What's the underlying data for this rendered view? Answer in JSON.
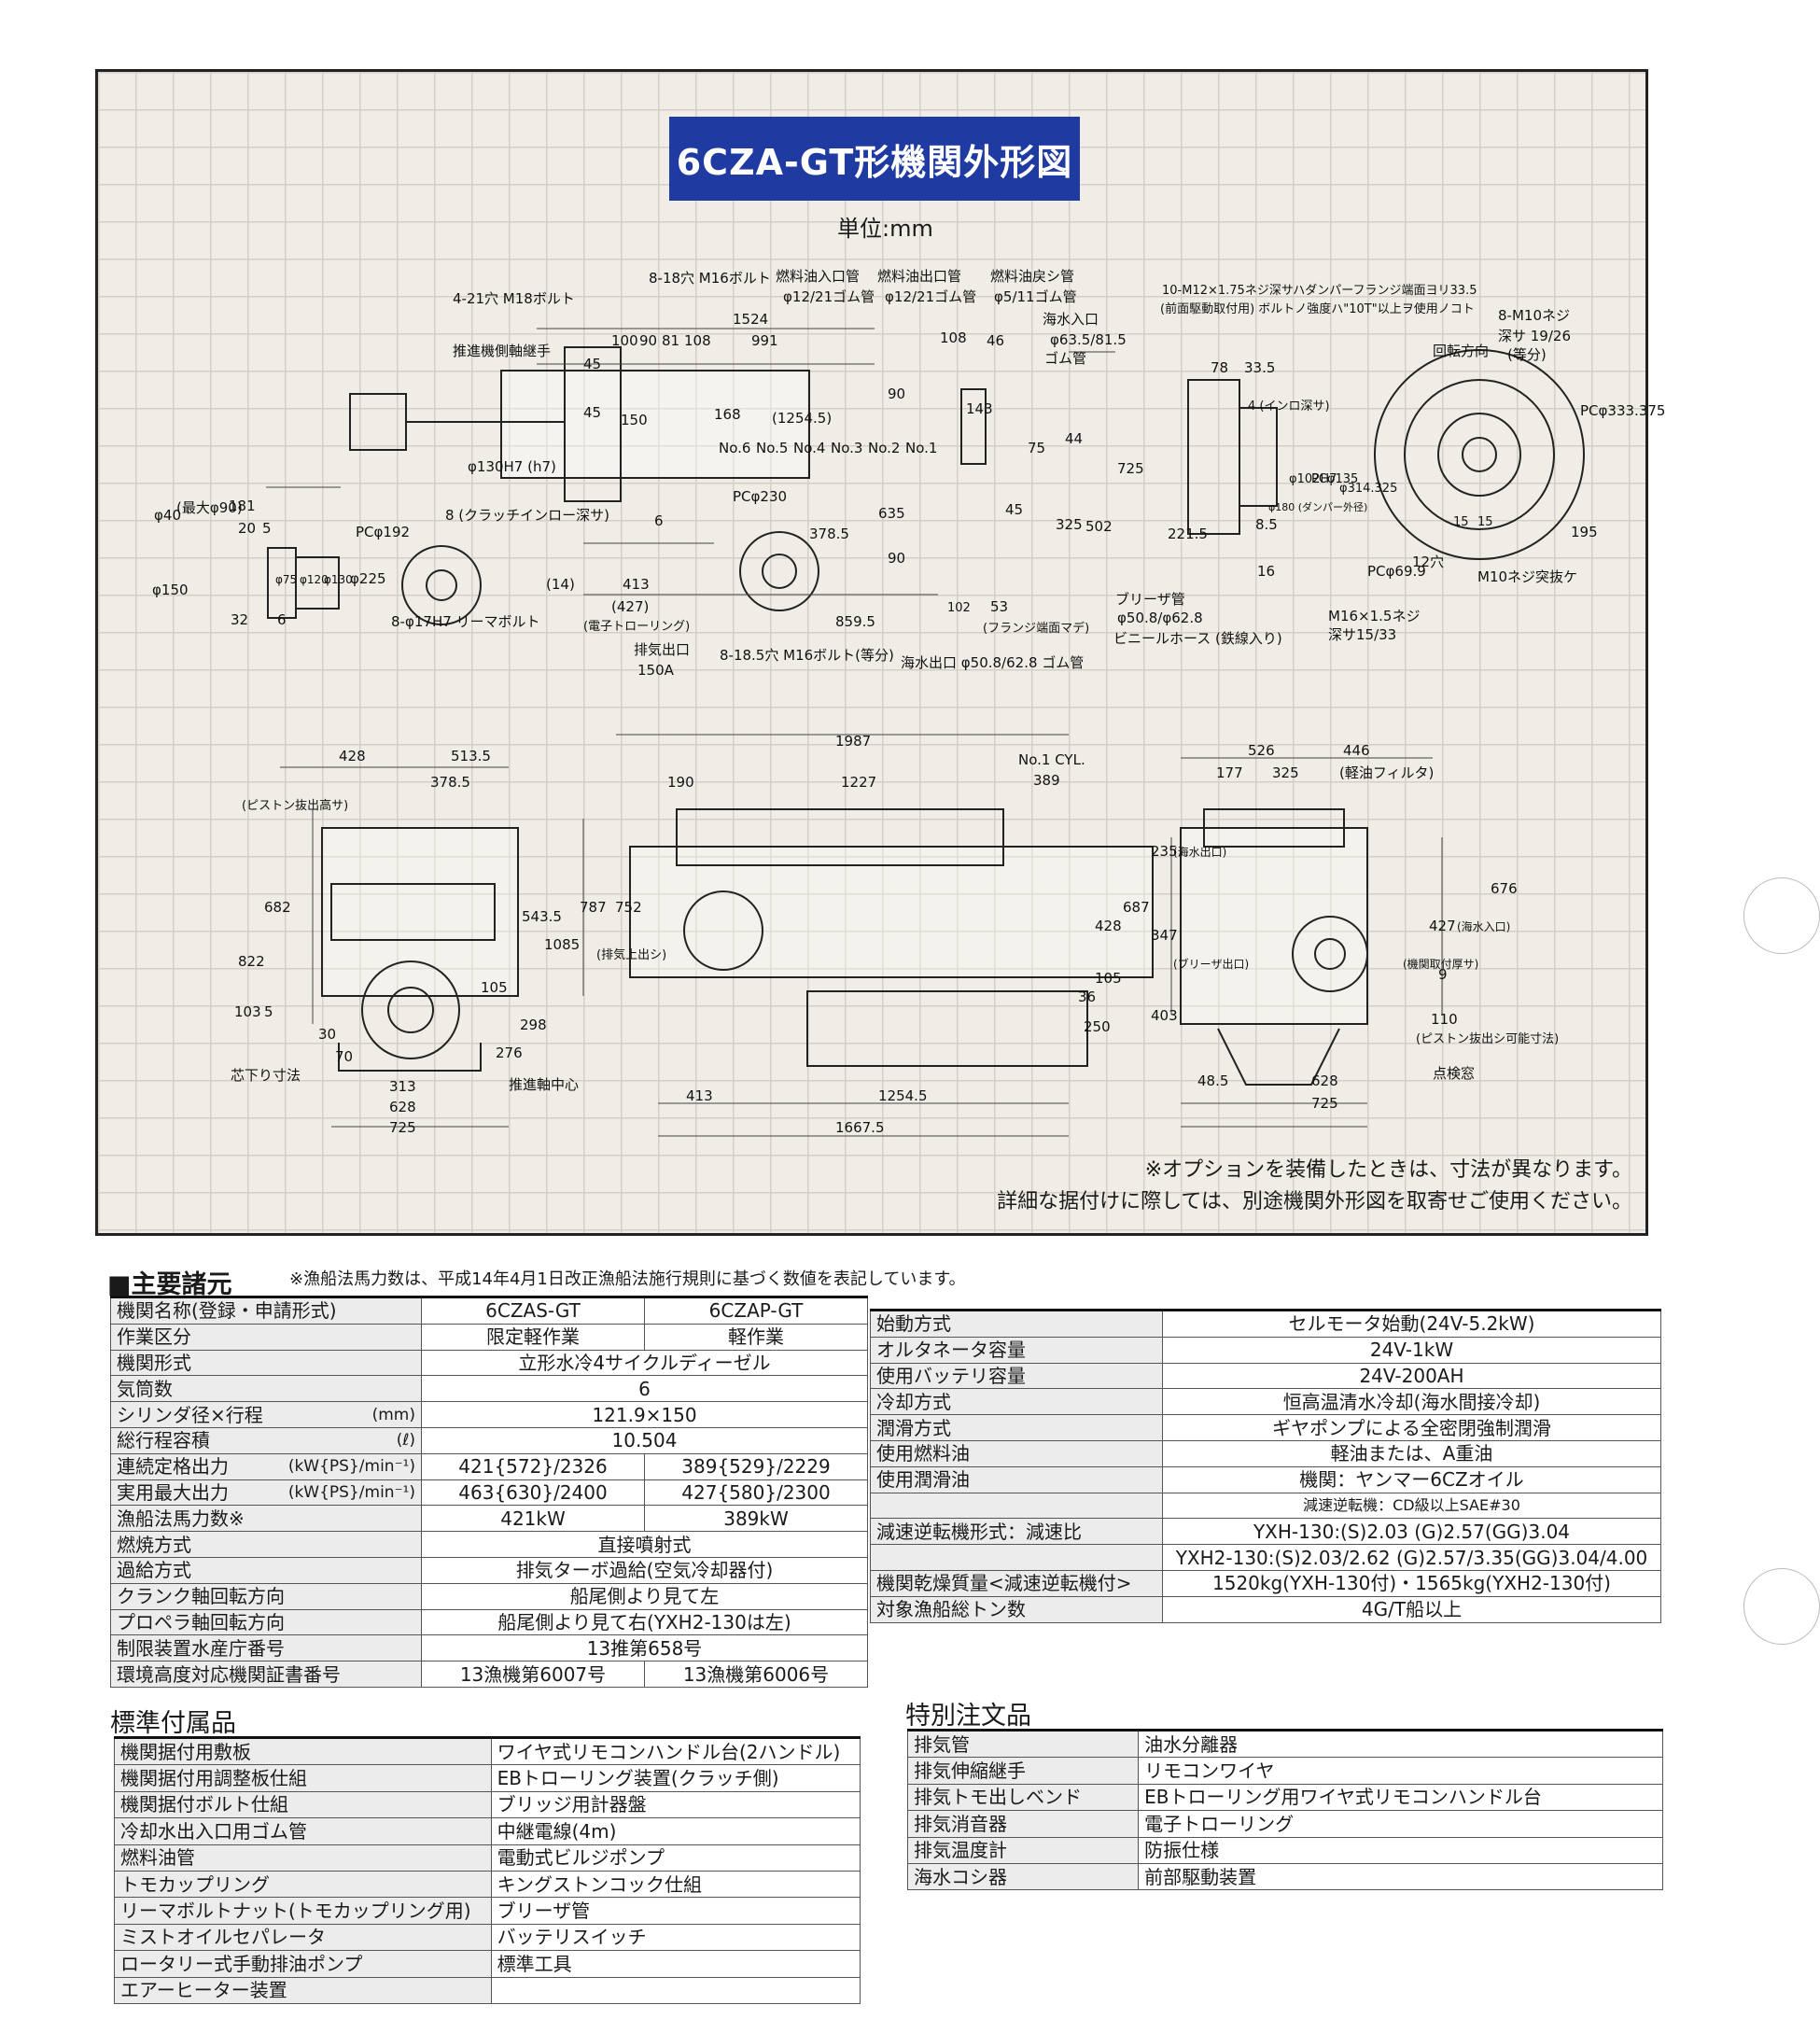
{
  "drawing": {
    "title": "6CZA-GT形機関外形図",
    "unit": "単位:mm",
    "note_lines": [
      "※オプションを装備したときは、寸法が異なります。",
      "詳細な据付けに際しては、別途機関外形図を取寄せご使用ください。"
    ],
    "labels": {
      "l01": "4-21穴 M18ボルト",
      "l02": "推進機側軸継手",
      "l03": "8-18穴 M16ボルト",
      "l04": "燃料油入口管",
      "l05": "φ12/21ゴム管",
      "l06": "燃料油出口管",
      "l07": "φ12/21ゴム管",
      "l08": "燃料油戻シ管",
      "l09": "φ5/11ゴム管",
      "l10": "海水入口",
      "l11": "φ63.5/81.5",
      "l12": "ゴム管",
      "l13": "10-M12×1.75ネジ深サハダンパーフランジ端面ヨリ33.5",
      "l14": "(前面駆動取付用) ボルトノ強度ハ\"10T\"以上ヲ使用ノコト",
      "l15": "8-M10ネジ",
      "l16": "深サ 19/26",
      "l17": "(等分)",
      "l18": "回転方向",
      "l19": "1524",
      "l20": "991",
      "l21": "100",
      "l22": "90",
      "l23": "81",
      "l24": "108",
      "l25": "108",
      "l26": "46",
      "l27": "45",
      "l28": "45",
      "l29": "150",
      "l30": "168",
      "l31": "(1254.5)",
      "l32": "No.6",
      "l33": "No.5",
      "l34": "No.4",
      "l35": "No.3",
      "l36": "No.2",
      "l37": "No.1",
      "l38": "143",
      "l39": "75",
      "l40": "44",
      "l41": "725",
      "l42": "635",
      "l43": "378.5",
      "l44": "PCφ230",
      "l45": "325",
      "l46": "502",
      "l47": "90",
      "l48": "90",
      "l49": "45",
      "l50": "φ130H7 (h7)",
      "l51": "8 (クラッチインロー深サ)",
      "l52": "6",
      "l53": "181",
      "l54": "20",
      "l55": "5",
      "l56": "φ40",
      "l57": "(最大φ90)",
      "l58": "φ150",
      "l59": "φ75",
      "l60": "φ120",
      "l61": "φ130",
      "l62": "φ225",
      "l63": "PCφ192",
      "l64": "32",
      "l65": "6",
      "l66": "8-φ17H7 リーマボルト",
      "l67": "(14)",
      "l68": "413",
      "l69": "(427)",
      "l70": "(電子トローリング)",
      "l71": "排気出口",
      "l72": "150A",
      "l73": "8-18.5穴 M16ボルト(等分)",
      "l74": "859.5",
      "l75": "102",
      "l76": "53",
      "l77": "(フランジ端面マデ)",
      "l78": "海水出口 φ50.8/62.8 ゴム管",
      "l79": "ブリーザ管",
      "l80": "φ50.8/φ62.8",
      "l81": "ビニールホース (鉄線入り)",
      "l82": "78",
      "l83": "33.5",
      "l84": "4 (インロ深サ)",
      "l85": "φ102H7",
      "l86": "PCφ135",
      "l87": "φ180 (ダンパー外径)",
      "l88": "φ314.325",
      "l89": "221.5",
      "l90": "8.5",
      "l91": "16",
      "l92": "PCφ333.375",
      "l93": "15",
      "l94": "15",
      "l95": "195",
      "l96": "12穴",
      "l97": "PCφ69.9",
      "l98": "M10ネジ突抜ケ",
      "l99": "M16×1.5ネジ",
      "l100": "深サ15/33",
      "m01": "428",
      "m02": "513.5",
      "m03": "378.5",
      "m04": "(ピストン抜出高サ)",
      "m05": "682",
      "m06": "822",
      "m07": "543.5",
      "m08": "1085",
      "m09": "103",
      "m10": "5",
      "m11": "30",
      "m12": "70",
      "m13": "105",
      "m14": "298",
      "m15": "276",
      "m16": "313",
      "m17": "628",
      "m18": "725",
      "m19": "芯下り寸法",
      "m20": "推進軸中心",
      "m21": "1987",
      "m22": "190",
      "m23": "1227",
      "m24": "No.1 CYL.",
      "m25": "389",
      "m26": "787",
      "m27": "(排気上出シ)",
      "m28": "752",
      "m29": "687",
      "m30": "428",
      "m31": "36",
      "m32": "105",
      "m33": "250",
      "m34": "413",
      "m35": "1254.5",
      "m36": "1667.5",
      "m37": "526",
      "m38": "446",
      "m39": "177",
      "m40": "325",
      "m41": "(軽油フィルタ)",
      "m42": "235",
      "m43": "(海水出口)",
      "m44": "347",
      "m45": "(ブリーザ出口)",
      "m46": "676",
      "m47": "427",
      "m48": "(機関取付厚サ)",
      "m49": "(海水入口)",
      "m50": "9",
      "m51": "403",
      "m52": "110",
      "m53": "(ピストン抜出シ可能寸法)",
      "m54": "点検窓",
      "m55": "48.5",
      "m56": "628",
      "m57": "725"
    }
  },
  "specs": {
    "heading": "■主要諸元",
    "note": "※漁船法馬力数は、平成14年4月1日改正漁船法施行規則に基づく数値を表記しています。",
    "left_rows": [
      {
        "label": "機関名称(登録・申請形式)",
        "unit": "",
        "a": "6CZAS-GT",
        "b": "6CZAP-GT"
      },
      {
        "label": "作業区分",
        "unit": "",
        "a": "限定軽作業",
        "b": "軽作業"
      },
      {
        "label": "機関形式",
        "unit": "",
        "span": "立形水冷4サイクルディーゼル"
      },
      {
        "label": "気筒数",
        "unit": "",
        "span": "6"
      },
      {
        "label": "シリンダ径×行程",
        "unit": "(mm)",
        "span": "121.9×150"
      },
      {
        "label": "総行程容積",
        "unit": "(ℓ)",
        "span": "10.504"
      },
      {
        "label": "連続定格出力",
        "unit": "(kW{PS}/min⁻¹)",
        "a": "421{572}/2326",
        "b": "389{529}/2229"
      },
      {
        "label": "実用最大出力",
        "unit": "(kW{PS}/min⁻¹)",
        "a": "463{630}/2400",
        "b": "427{580}/2300"
      },
      {
        "label": "漁船法馬力数※",
        "unit": "",
        "a": "421kW",
        "b": "389kW"
      },
      {
        "label": "燃焼方式",
        "unit": "",
        "span": "直接噴射式"
      },
      {
        "label": "過給方式",
        "unit": "",
        "span": "排気ターボ過給(空気冷却器付)"
      },
      {
        "label": "クランク軸回転方向",
        "unit": "",
        "span": "船尾側より見て左"
      },
      {
        "label": "プロペラ軸回転方向",
        "unit": "",
        "span": "船尾側より見て右(YXH2-130は左)"
      },
      {
        "label": "制限装置水産庁番号",
        "unit": "",
        "span": "13推第658号"
      },
      {
        "label": "環境高度対応機関証書番号",
        "unit": "",
        "a": "13漁機第6007号",
        "b": "13漁機第6006号"
      }
    ],
    "right_rows": [
      {
        "label": "始動方式",
        "value": "セルモータ始動(24V-5.2kW)"
      },
      {
        "label": "オルタネータ容量",
        "value": "24V-1kW"
      },
      {
        "label": "使用バッテリ容量",
        "value": "24V-200AH"
      },
      {
        "label": "冷却方式",
        "value": "恒高温清水冷却(海水間接冷却)"
      },
      {
        "label": "潤滑方式",
        "value": "ギヤポンプによる全密閉強制潤滑"
      },
      {
        "label": "使用燃料油",
        "value": "軽油または、A重油"
      },
      {
        "label": "使用潤滑油",
        "value": "機関：ヤンマー6CZオイル"
      },
      {
        "label": "",
        "value": "減速逆転機：CD級以上SAE#30"
      },
      {
        "label": "減速逆転機形式：減速比",
        "value": "YXH-130:(S)2.03 (G)2.57(GG)3.04"
      },
      {
        "label": "",
        "value": "YXH2-130:(S)2.03/2.62 (G)2.57/3.35(GG)3.04/4.00"
      },
      {
        "label": "機関乾燥質量<減速逆転機付>",
        "value": "1520kg(YXH-130付)・1565kg(YXH2-130付)"
      },
      {
        "label": "対象漁船総トン数",
        "value": "4G/T船以上"
      }
    ]
  },
  "standard": {
    "heading": "標準付属品",
    "rows": [
      [
        "機関据付用敷板",
        "ワイヤ式リモコンハンドル台(2ハンドル)"
      ],
      [
        "機関据付用調整板仕組",
        "EBトローリング装置(クラッチ側)"
      ],
      [
        "機関据付ボルト仕組",
        "ブリッジ用計器盤"
      ],
      [
        "冷却水出入口用ゴム管",
        "中継電線(4m)"
      ],
      [
        "燃料油管",
        "電動式ビルジポンプ"
      ],
      [
        "トモカップリング",
        "キングストンコック仕組"
      ],
      [
        "リーマボルトナット(トモカップリング用)",
        "ブリーザ管"
      ],
      [
        "ミストオイルセパレータ",
        "バッテリスイッチ"
      ],
      [
        "ロータリー式手動排油ポンプ",
        "標準工具"
      ],
      [
        "エアーヒーター装置",
        ""
      ]
    ]
  },
  "special": {
    "heading": "特別注文品",
    "rows": [
      [
        "排気管",
        "油水分離器"
      ],
      [
        "排気伸縮継手",
        "リモコンワイヤ"
      ],
      [
        "排気トモ出しベンド",
        "EBトローリング用ワイヤ式リモコンハンドル台"
      ],
      [
        "排気消音器",
        "電子トローリング"
      ],
      [
        "排気温度計",
        "防振仕様"
      ],
      [
        "海水コシ器",
        "前部駆動装置"
      ]
    ]
  }
}
